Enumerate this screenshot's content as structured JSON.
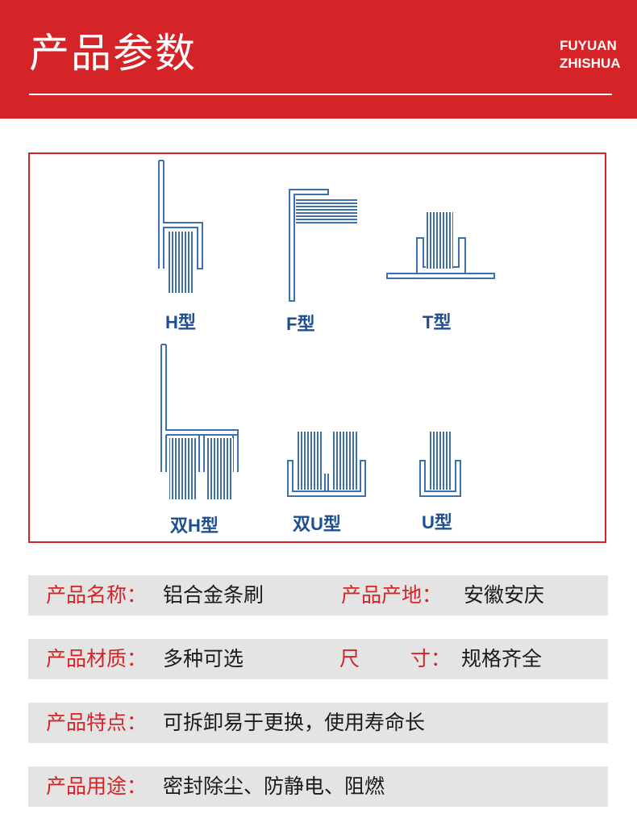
{
  "header": {
    "title": "产品参数",
    "brand_line1": "FUYUAN",
    "brand_line2": "ZHISHUA",
    "background": "#d42428"
  },
  "diagram": {
    "labels": [
      "H型",
      "F型",
      "T型",
      "双H型",
      "双U型",
      "U型"
    ],
    "line_color": "#1d4e8f",
    "frame_color": "#d42428"
  },
  "params": {
    "row1": {
      "key1": "产品名称：",
      "val1": "铝合金条刷",
      "key2": "产品产地：",
      "val2": "安徽安庆"
    },
    "row2": {
      "key1": "产品材质：",
      "val1": "多种可选",
      "key2a": "尺",
      "key2b": "寸：",
      "val2": "规格齐全"
    },
    "row3": {
      "key1": "产品特点：",
      "val1": "可拆卸易于更换，使用寿命长"
    },
    "row4": {
      "key1": "产品用途：",
      "val1": "密封除尘、防静电、阻燃"
    }
  }
}
